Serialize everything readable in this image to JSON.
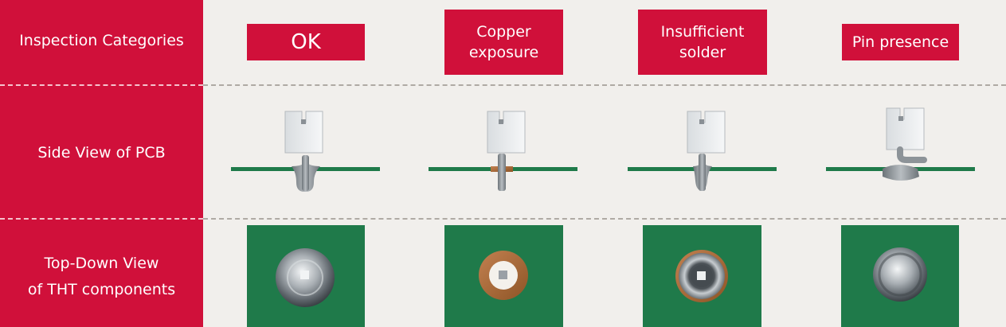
{
  "row_labels": {
    "categories": "Inspection Categories",
    "side_view": "Side View of PCB",
    "top_view_line1": "Top-Down View",
    "top_view_line2": "of THT components"
  },
  "categories": [
    {
      "line1": "OK",
      "line2": ""
    },
    {
      "line1": "Copper",
      "line2": "exposure"
    },
    {
      "line1": "Insufficient",
      "line2": "solder"
    },
    {
      "line1": "Pin presence",
      "line2": ""
    }
  ],
  "colors": {
    "brand_red": "#d0103a",
    "background": "#f1efec",
    "pcb_green": "#1f7a4a",
    "copper": "#b0703a",
    "solder_gray": "#9aa0a6"
  }
}
